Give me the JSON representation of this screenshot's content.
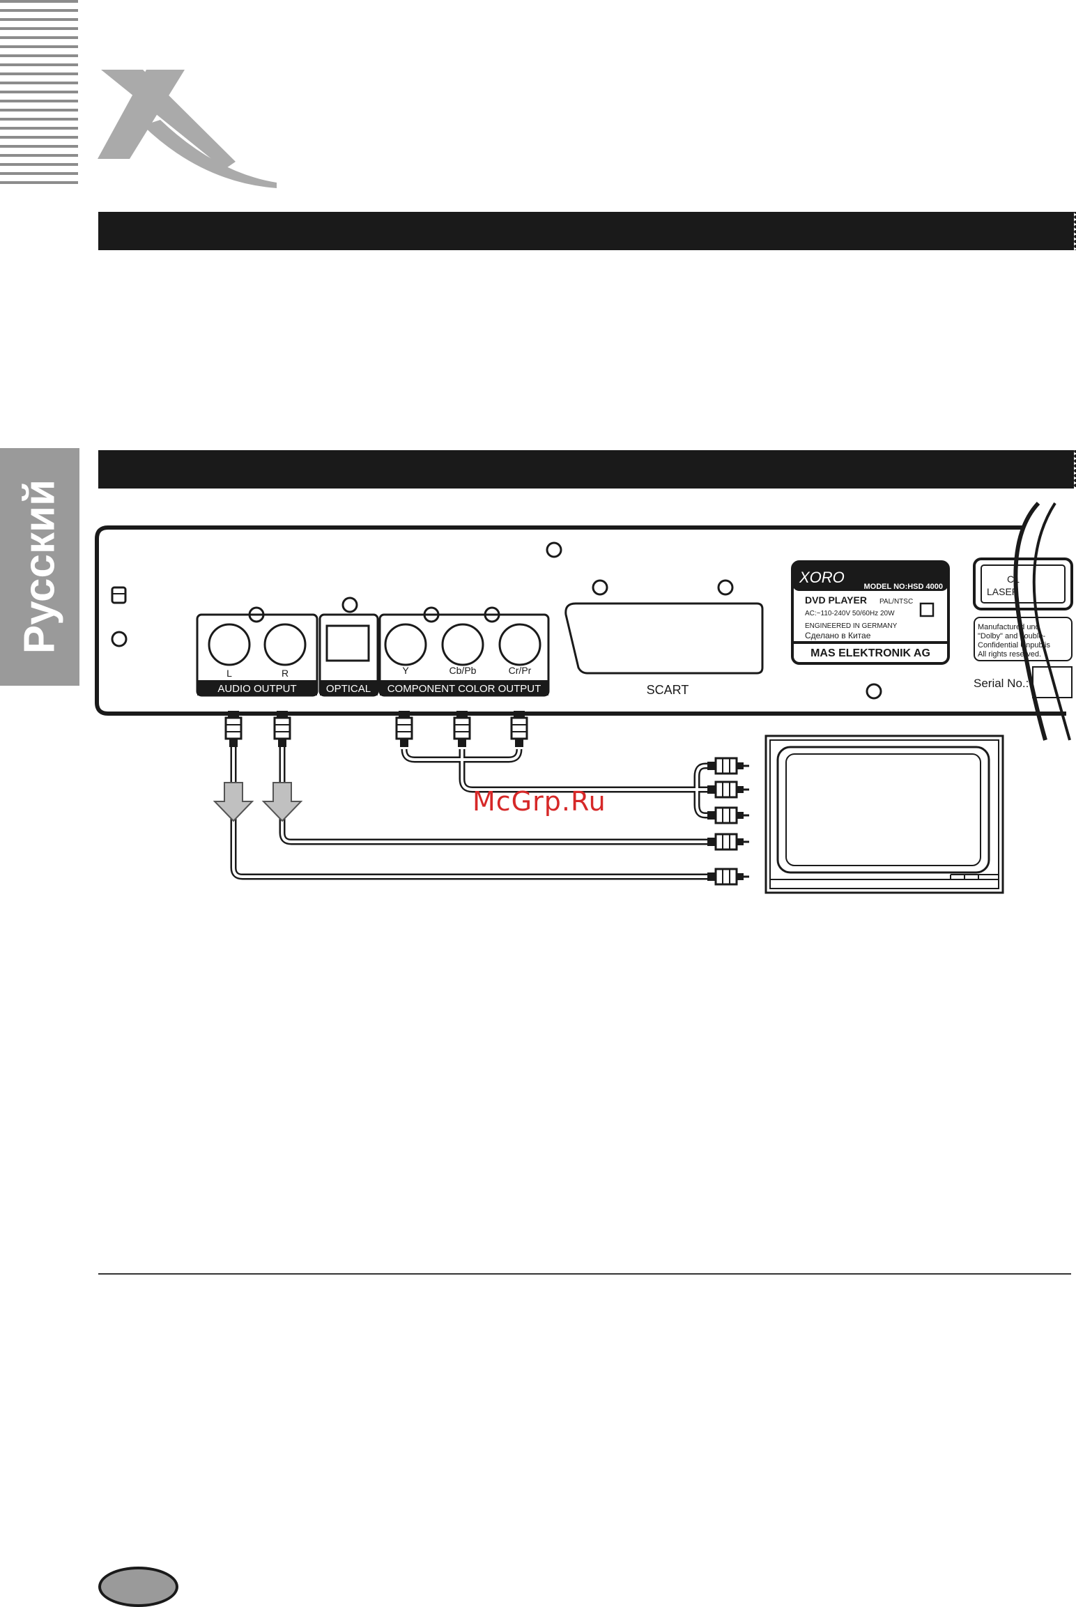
{
  "language_tab": "Русский",
  "watermark": "McGrp.Ru",
  "panel": {
    "audio_l": "L",
    "audio_r": "R",
    "audio_output": "AUDIO OUTPUT",
    "optical": "OPTICAL",
    "comp_y": "Y",
    "comp_cb": "Cb/Pb",
    "comp_cr": "Cr/Pr",
    "component_output": "COMPONENT COLOR OUTPUT",
    "scart": "SCART",
    "serial": "Serial No.:"
  },
  "rating_label": {
    "brand": "XORO",
    "model": "MODEL NO:HSD 4000",
    "product": "DVD PLAYER",
    "system": "PAL/NTSC",
    "power": "AC:~110-240V 50/60Hz 20W",
    "engineered": "ENGINEERED IN GERMANY",
    "made_in": "Сделано в Китае",
    "company": "MAS ELEKTRONIK AG"
  },
  "laser_label": {
    "line1": "CL",
    "line2": "LASER"
  },
  "dolby_note": {
    "line1": "Manufactured und",
    "line2": "\"Dolby\" and double-",
    "line3": "Confidential Unpublis",
    "line4": "All rights reserved."
  },
  "colors": {
    "bar": "#1a1a1a",
    "tab_gray": "#9a9a9a",
    "logo_gray": "#aaaaaa",
    "watermark": "#d62828"
  }
}
